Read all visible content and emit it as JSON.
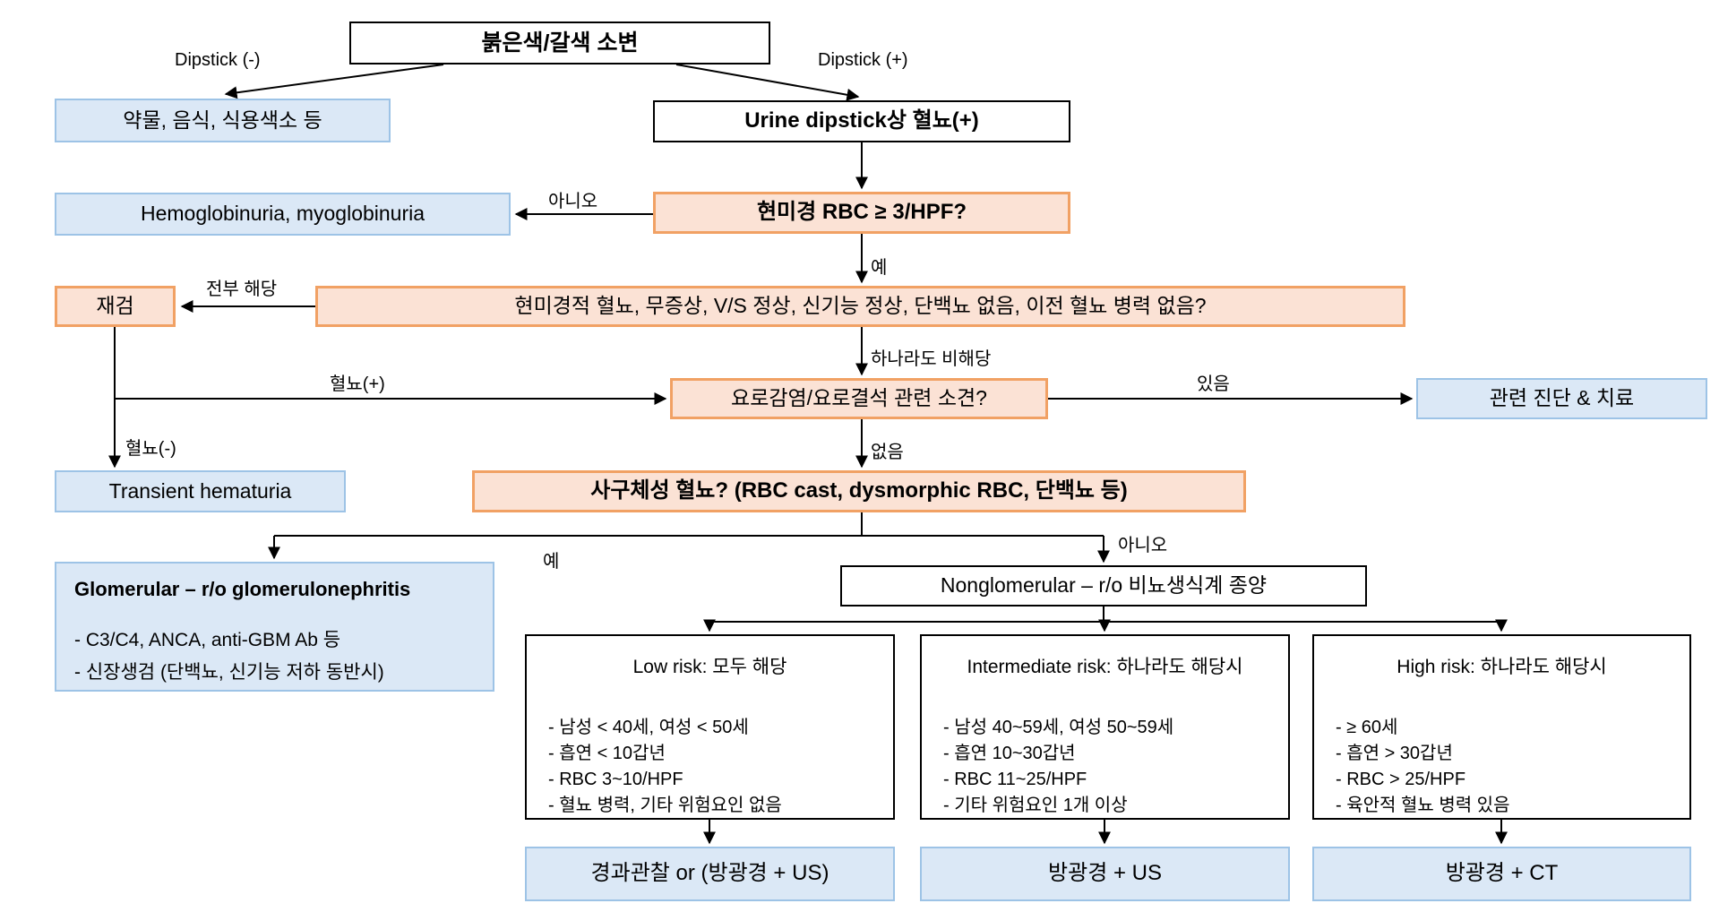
{
  "colors": {
    "blue_fill": "#dbe8f6",
    "blue_border": "#9dc3e6",
    "orange_fill": "#fbe2d5",
    "orange_border": "#f1a164",
    "line": "#000000"
  },
  "nodes": {
    "top": {
      "label": "붉은색/갈색 소변"
    },
    "drug_food": {
      "label": "약물, 음식, 식용색소 등"
    },
    "urine_dipstick": {
      "label": "Urine dipstick상 혈뇨(+)"
    },
    "rbc_question": {
      "label": "현미경 RBC ≥ 3/HPF?"
    },
    "hemoglobinuria": {
      "label": "Hemoglobinuria, myoglobinuria"
    },
    "criteria_question": {
      "label": "현미경적 혈뇨, 무증상, V/S 정상, 신기능 정상, 단백뇨 없음, 이전 혈뇨 병력 없음?"
    },
    "recheck": {
      "label": "재검"
    },
    "uti_stone_question": {
      "label": "요로감염/요로결석 관련 소견?"
    },
    "related_dx": {
      "label": "관련 진단 & 치료"
    },
    "transient": {
      "label": "Transient hematuria"
    },
    "glomerular_question": {
      "label": "사구체성 혈뇨? (RBC cast, dysmorphic RBC, 단백뇨 등)"
    },
    "glomerular": {
      "title": "Glomerular – r/o glomerulonephritis",
      "items": [
        "- C3/C4, ANCA, anti-GBM Ab 등",
        "- 신장생검 (단백뇨, 신기능 저하 동반시)"
      ]
    },
    "nonglomerular": {
      "label": "Nonglomerular – r/o 비뇨생식계 종양"
    },
    "low_risk": {
      "title": "Low risk: 모두 해당",
      "items": [
        "- 남성 < 40세, 여성 < 50세",
        "- 흡연 < 10갑년",
        "- RBC 3~10/HPF",
        "- 혈뇨 병력, 기타 위험요인 없음"
      ]
    },
    "intermediate_risk": {
      "title": "Intermediate risk: 하나라도 해당시",
      "items": [
        "- 남성 40~59세, 여성 50~59세",
        "- 흡연 10~30갑년",
        "- RBC 11~25/HPF",
        "- 기타 위험요인 1개 이상"
      ]
    },
    "high_risk": {
      "title": "High risk: 하나라도 해당시",
      "items": [
        "- ≥ 60세",
        "- 흡연 > 30갑년",
        "- RBC > 25/HPF",
        "- 육안적 혈뇨 병력 있음"
      ]
    },
    "low_action": {
      "label": "경과관찰 or (방광경 + US)"
    },
    "mid_action": {
      "label": "방광경 + US"
    },
    "high_action": {
      "label": "방광경 + CT"
    }
  },
  "edge_labels": {
    "dipstick_neg": "Dipstick (-)",
    "dipstick_pos": "Dipstick (+)",
    "no1": "아니오",
    "yes1": "예",
    "all_match": "전부 해당",
    "any_mismatch": "하나라도 비해당",
    "hematuria_pos": "혈뇨(+)",
    "hematuria_neg": "혈뇨(-)",
    "present": "있음",
    "absent": "없음",
    "yes2": "예",
    "no2": "아니오"
  }
}
